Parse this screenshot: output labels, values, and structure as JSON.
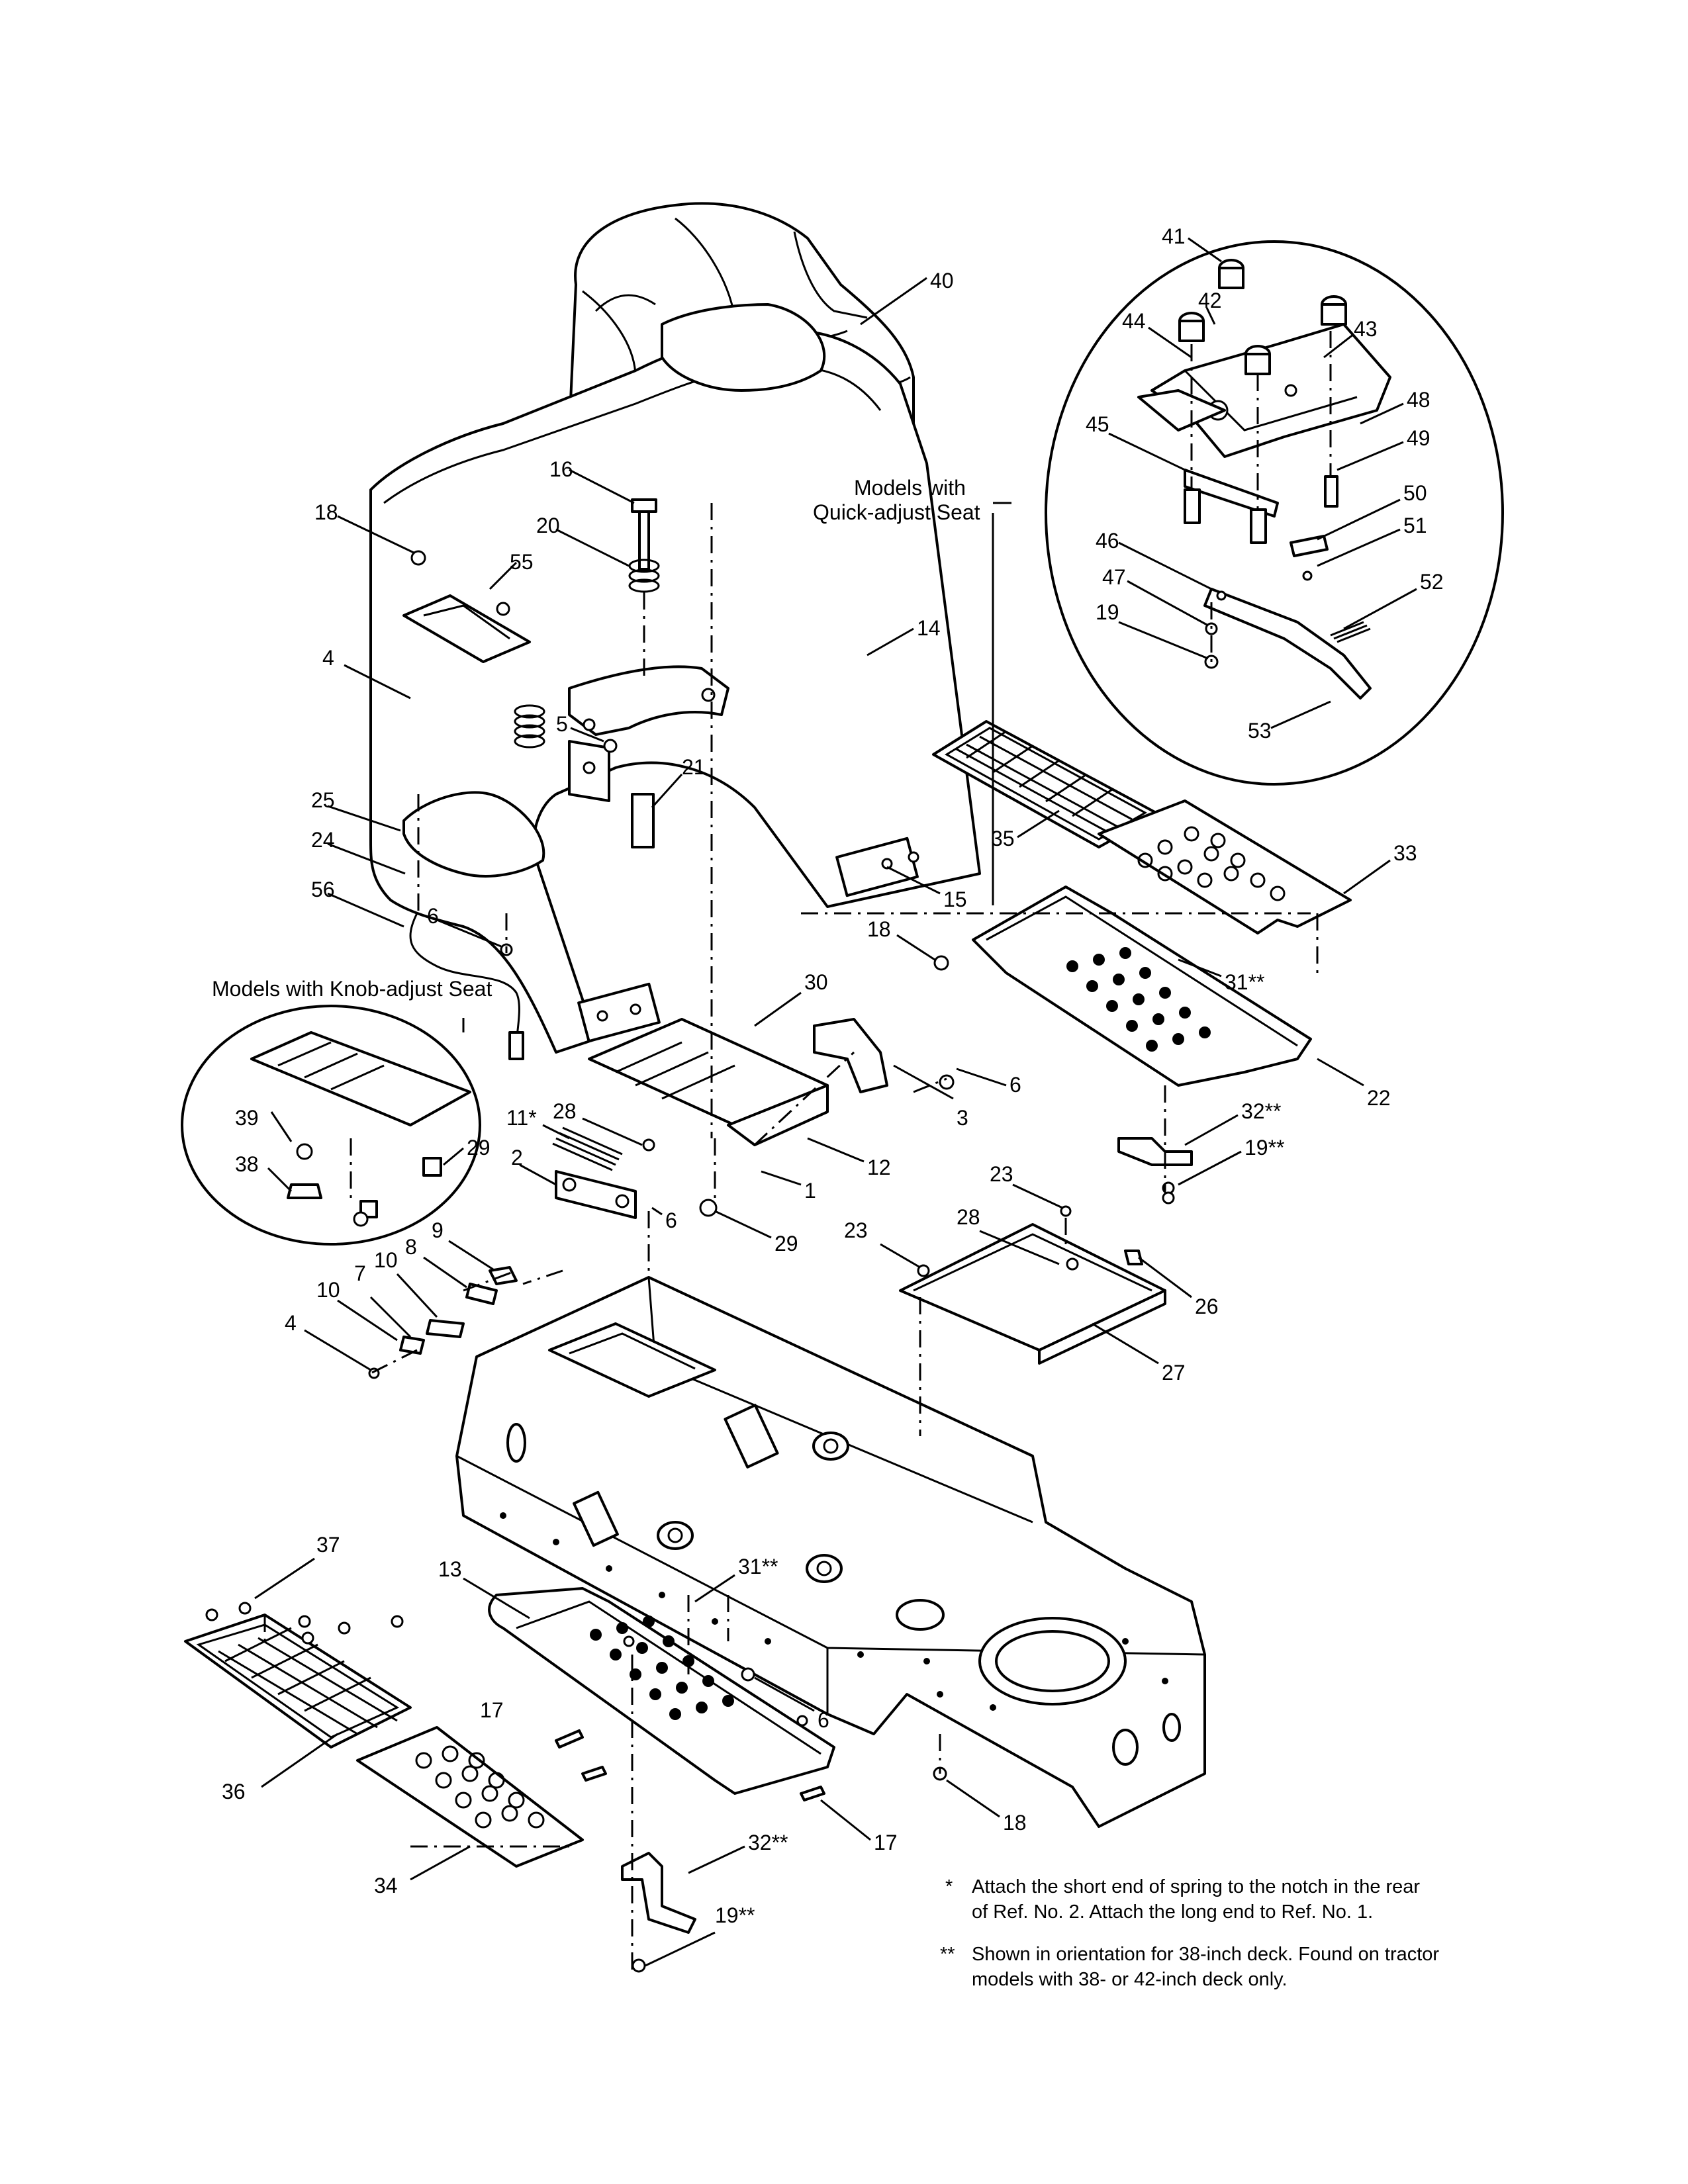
{
  "callouts": {
    "quick_adjust_title_line1": "Models with",
    "quick_adjust_title_line2": "Quick-adjust Seat",
    "knob_adjust_title": "Models with Knob-adjust Seat"
  },
  "notes": {
    "n1_mark": "*",
    "n1_line1": "Attach the short end of spring to the notch in the rear",
    "n1_line2": "of Ref. No. 2. Attach the long end to Ref. No. 1.",
    "n2_mark": "**",
    "n2_line1": "Shown in orientation for 38-inch deck. Found on tractor",
    "n2_line2": "models with 38- or 42-inch deck only."
  },
  "labels": {
    "l41": "41",
    "l40": "40",
    "l42": "42",
    "l44": "44",
    "l43": "43",
    "l48": "48",
    "l45": "45",
    "l49": "49",
    "l50": "50",
    "l51": "51",
    "l46": "46",
    "l47": "47",
    "l52": "52",
    "l19a": "19",
    "l53": "53",
    "l16": "16",
    "l18a": "18",
    "l20": "20",
    "l55": "55",
    "l14": "14",
    "l4a": "4",
    "l5": "5",
    "l21": "21",
    "l25": "25",
    "l24": "24",
    "l56": "56",
    "l6a": "6",
    "l15": "15",
    "l35": "35",
    "l33": "33",
    "l18b": "18",
    "l31a": "31**",
    "l30": "30",
    "l6b": "6",
    "l3": "3",
    "l22": "22",
    "l32a": "32**",
    "l19b": "19**",
    "l39": "39",
    "l29a": "29",
    "l38": "38",
    "l11": "11*",
    "l28a": "28",
    "l2": "2",
    "l12": "12",
    "l1": "1",
    "l6c": "6",
    "l29b": "29",
    "l9": "9",
    "l8": "8",
    "l10a": "10",
    "l7": "7",
    "l10b": "10",
    "l4b": "4",
    "l23a": "23",
    "l28b": "28",
    "l23b": "23",
    "l26": "26",
    "l27": "27",
    "l37": "37",
    "l13": "13",
    "l31b": "31**",
    "l17a": "17",
    "l36": "36",
    "l6d": "6",
    "l18c": "18",
    "l34": "34",
    "l32b": "32**",
    "l17b": "17",
    "l19c": "19**"
  }
}
